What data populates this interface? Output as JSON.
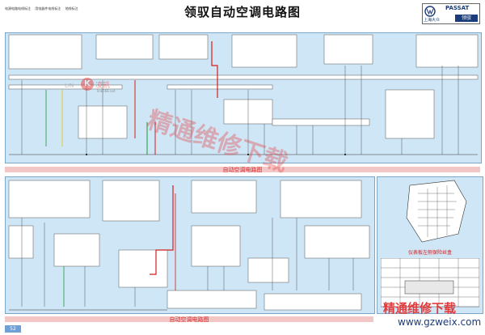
{
  "title": "领驭自动空调电路图",
  "legend": [
    "电源电路电线标注",
    "用电器件电线标注",
    "地线标注"
  ],
  "brand": {
    "model": "PASSAT",
    "maker": "上海大众",
    "badge": "领驭",
    "logo": "vw-logo-icon"
  },
  "section_bars": [
    "自动空调电路图",
    "自动空调电路图"
  ],
  "side_panel": {
    "title": "仪表板左侧保险丝盒"
  },
  "page_number": "52",
  "watermarks": {
    "site_big": "精通维修下载",
    "site_url": "www.gzweix.com",
    "diag_text": "精通维修下载",
    "logo_mark": "K",
    "logo_text": "凌凯",
    "small_url": "link168.net",
    "lin": "LIN"
  },
  "colors": {
    "panel": "#cfe6f6",
    "bar": "#f4c7c7",
    "wire_red": "#d21f1f",
    "wire_green": "#1d9a3a",
    "wire_yellow": "#e0c400",
    "watermark": "#e23c3c"
  }
}
